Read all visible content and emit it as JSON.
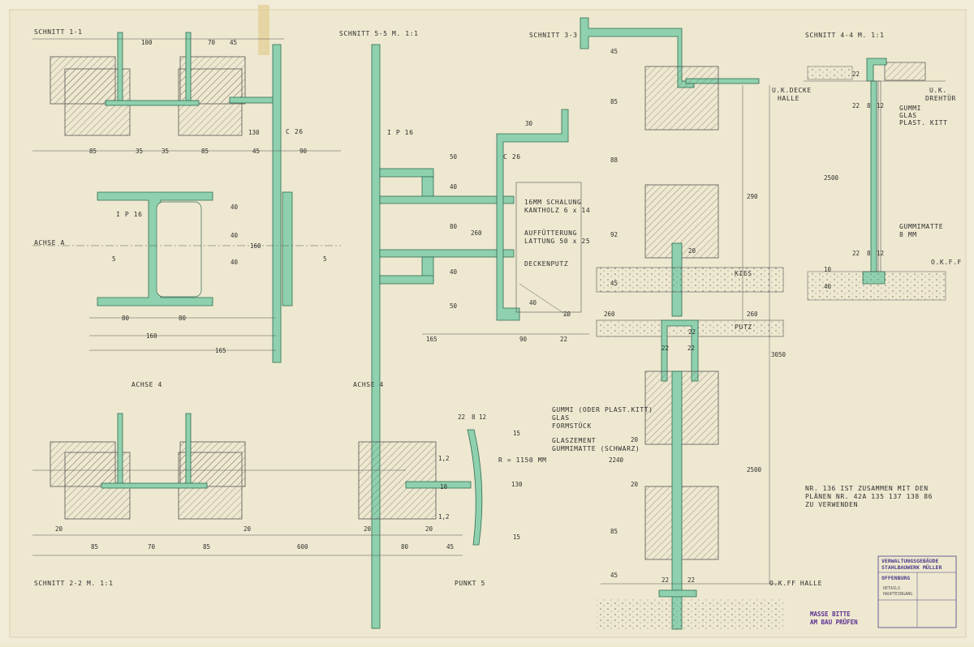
{
  "sections": {
    "s11": "SCHNITT 1-1",
    "s55": "SCHNITT 5-5  M. 1:1",
    "s33": "SCHNITT 3-3",
    "s44": "SCHNITT 4-4  M. 1:1",
    "s22": "SCHNITT 2-2  M. 1:1",
    "punkt5": "PUNKT 5"
  },
  "axes": {
    "achse_a": "ACHSE A",
    "achse4_left": "ACHSE 4",
    "achse4_right": "ACHSE 4"
  },
  "profiles": {
    "ip16_left": "I P 16",
    "ip16_mid": "I P 16",
    "c26_left": "C 26",
    "c26_mid": "C 26"
  },
  "annotations": {
    "schalung": "16MM SCHALUNG",
    "kantholz": "KANTHOLZ 6 x 14",
    "auffutterung": "AUFFÜTTERUNG",
    "lattung": "LATTUNG 50 x 25",
    "deckenputz": "DECKENPUTZ",
    "kies": "KIES",
    "putz": "PUTZ",
    "uk_decke": "U.K.DECKE",
    "halle": "HALLE",
    "uk": "U.K.",
    "drehtur": "DREHTÜR",
    "gummi": "GUMMI",
    "glas": "GLAS",
    "plast_kitt": "PLAST. KITT",
    "gummimatte": "GUMMIMATTE",
    "gummimatte_mm": "8 MM",
    "okff": "O.K.F.F",
    "okff_halle": "O.K.FF HALLE",
    "gummi_oder": "GUMMI (ODER PLAST.KITT)",
    "glas2": "GLAS",
    "formstuck": "FORMSTÜCK",
    "glaszement": "GLASZEMENT",
    "gummimatte_schwarz": "GUMMIMATTE (SCHWARZ)",
    "radius": "R = 1150 MM"
  },
  "note": {
    "line1": "NR. 136  IST ZUSAMMEN MIT DEN",
    "line2": "PLÄNEN  NR. 42A  135 137 138  86",
    "line3": "ZU  VERWENDEN"
  },
  "title_block": {
    "line1": "VERWALTUNGSGEBÄUDE",
    "line2": "STAHLBAUWERK MÜLLER",
    "city": "OFFENBURG",
    "details1": "DETAILS",
    "details2": "HAUPTEINGANG"
  },
  "warning": {
    "line1": "MASSE BITTE",
    "line2": "AM BAU PRÜFEN"
  },
  "dims": {
    "s11_top": [
      "100",
      "70",
      "45"
    ],
    "s11_row": [
      "85",
      "35",
      "35",
      "85",
      "45",
      "90"
    ],
    "s11_130": "130",
    "ip_vert": [
      "40",
      "40",
      "40",
      "160"
    ],
    "ip_five": [
      "5",
      "5"
    ],
    "ip_bottom": [
      "80",
      "80"
    ],
    "ip_160": "160",
    "ip_165": "165",
    "s55_vert": [
      "30",
      "50",
      "40",
      "80",
      "40",
      "50",
      "260"
    ],
    "s55_bottom": [
      "165",
      "90",
      "22"
    ],
    "s55_small": [
      "40",
      "20"
    ],
    "s33_vert": [
      "45",
      "85",
      "88",
      "92",
      "45",
      "260",
      "20",
      "22",
      "20",
      "2240",
      "20",
      "85",
      "45"
    ],
    "s33_big": [
      "290",
      "260",
      "3050",
      "2500"
    ],
    "s33_22": [
      "22",
      "22",
      "22",
      "22"
    ],
    "s44_vert": [
      "22",
      "2500",
      "10",
      "40"
    ],
    "s44_row": [
      "22",
      "8",
      "12",
      "22",
      "8",
      "12"
    ],
    "s22_row": [
      "85",
      "70",
      "85",
      "600",
      "80",
      "45"
    ],
    "s22_20": [
      "20",
      "20",
      "20",
      "20"
    ],
    "s22_12": [
      "1,2",
      "1,2"
    ],
    "p5_top": [
      "22",
      "8",
      "12"
    ],
    "p5_vert": [
      "15",
      "130",
      "15",
      "10"
    ]
  }
}
